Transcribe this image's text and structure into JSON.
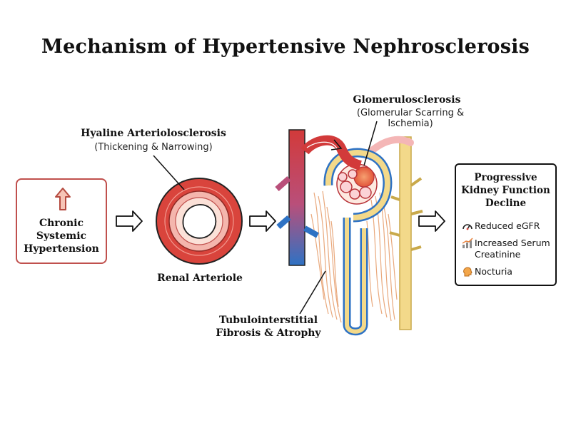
{
  "title": "Mechanism of Hypertensive Nephrosclerosis",
  "start": {
    "label": "Chronic\nSystemic\nHypertension",
    "icon": "up-arrow-icon"
  },
  "arteriole": {
    "annotation_title": "Hyaline Arteriolosclerosis",
    "annotation_sub": "(Thickening & Narrowing)",
    "caption": "Renal Arteriole"
  },
  "nephron": {
    "glom_title": "Glomerulosclerosis",
    "glom_sub": "(Glomerular Scarring & Ischemia)",
    "fibrosis_label": "Tubulointerstitial\nFibrosis & Atrophy"
  },
  "outcome": {
    "title": "Progressive\nKidney Function\nDecline",
    "items": [
      {
        "icon": "gauge-icon",
        "text": "Reduced eGFR"
      },
      {
        "icon": "rising-chart-icon",
        "text": "Increased Serum\nCreatinine"
      },
      {
        "icon": "head-icon",
        "text": "Nocturia"
      }
    ]
  },
  "colors": {
    "hypertension_border": "#c0504d",
    "arteriole_wall": "#d9443c",
    "vein_blue": "#2e72c4",
    "tubule_yellow": "#f3d98a",
    "fibrosis_orange": "#e7a070"
  }
}
